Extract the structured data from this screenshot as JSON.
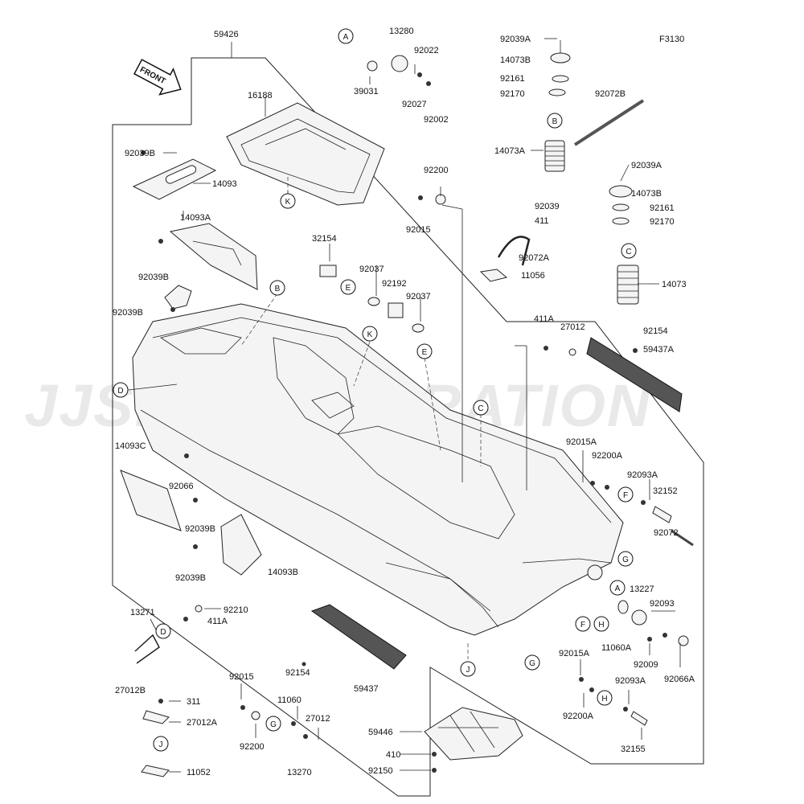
{
  "diagram": {
    "figure_code": "F3130",
    "front_arrow_label": "FRONT",
    "watermark": "JJSP CORPORATION",
    "callout_letters": {
      "A": "A",
      "B": "B",
      "C": "C",
      "D": "D",
      "E": "E",
      "F": "F",
      "G": "G",
      "H": "H",
      "J": "J",
      "K": "K"
    },
    "part_numbers": {
      "p59426": "59426",
      "p16188": "16188",
      "p92039B_a": "92039B",
      "p14093": "14093",
      "p14093A": "14093A",
      "p92039B_b": "92039B",
      "p92039B_c": "92039B",
      "p39031": "39031",
      "p13280": "13280",
      "p92022": "92022",
      "p92027": "92027",
      "p92002": "92002",
      "p92200_a": "92200",
      "p92015_a": "92015",
      "p32154": "32154",
      "p92037_a": "92037",
      "p92192": "92192",
      "p92037_b": "92037",
      "p92039A_a": "92039A",
      "p14073B_a": "14073B",
      "p92161_a": "92161",
      "p92170_a": "92170",
      "p14073A": "14073A",
      "p92072B": "92072B",
      "p92039": "92039",
      "p411": "411",
      "p92072A": "92072A",
      "p11056": "11056",
      "p92039A_b": "92039A",
      "p14073B_b": "14073B",
      "p92161_b": "92161",
      "p92170_b": "92170",
      "p14073": "14073",
      "p411A_a": "411A",
      "p27012": "27012",
      "p92154_a": "92154",
      "p59437A": "59437A",
      "p14093C": "14093C",
      "p92066": "92066",
      "p92039B_d": "92039B",
      "p92039B_e": "92039B",
      "p14093B": "14093B",
      "p92015A_a": "92015A",
      "p92200A_a": "92200A",
      "p92093A_a": "92093A",
      "p32152": "32152",
      "p92072": "92072",
      "p13227": "13227",
      "p92093": "92093",
      "p11060A": "11060A",
      "p92009": "92009",
      "p92066A": "92066A",
      "p13271": "13271",
      "p92210": "92210",
      "p411A_b": "411A",
      "p27012B": "27012B",
      "p92154_b": "92154",
      "p59437": "59437",
      "p92015_b": "92015",
      "p11060": "11060",
      "p27012_b": "27012",
      "p92200_b": "92200",
      "p13270": "13270",
      "p311": "311",
      "p27012A": "27012A",
      "p11052": "11052",
      "p59446": "59446",
      "p410": "410",
      "p92150": "92150",
      "p92015A_b": "92015A",
      "p92093A_b": "92093A",
      "p92200A_b": "92200A",
      "p32155": "32155"
    }
  }
}
